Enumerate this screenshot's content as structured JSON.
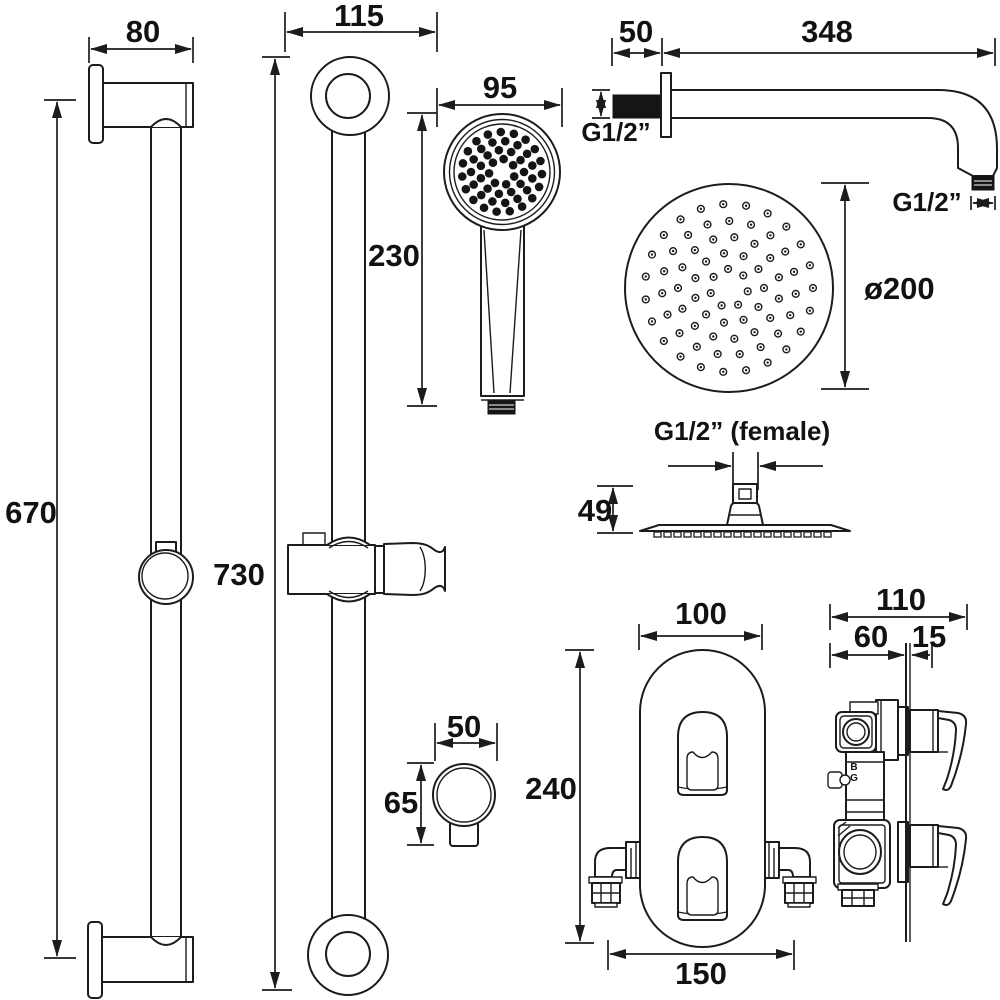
{
  "drawing": {
    "views": {
      "rail_front": {
        "bracket_depth": "80",
        "height": "670"
      },
      "rail_alt": {
        "holder_depth": "115",
        "height": "730"
      },
      "handset": {
        "face_diameter": "95",
        "length": "230"
      },
      "arm": {
        "wall_section": "50",
        "reach": "348",
        "wall_thread": "G1/2”",
        "outlet_thread": "G1/2”"
      },
      "head_front": {
        "diameter": "ø200"
      },
      "head_side": {
        "connection": "G1/2” (female)",
        "depth": "49"
      },
      "outlet_elbow": {
        "width": "50",
        "height": "65"
      },
      "valve_front": {
        "width": "100",
        "height": "240",
        "pipe_centres": "150"
      },
      "valve_side": {
        "total_depth": "110",
        "behind_wall": "60",
        "front_of_wall": "15",
        "brand": "BG"
      }
    },
    "line_color": "#1c1c1c",
    "background": "#ffffff"
  }
}
